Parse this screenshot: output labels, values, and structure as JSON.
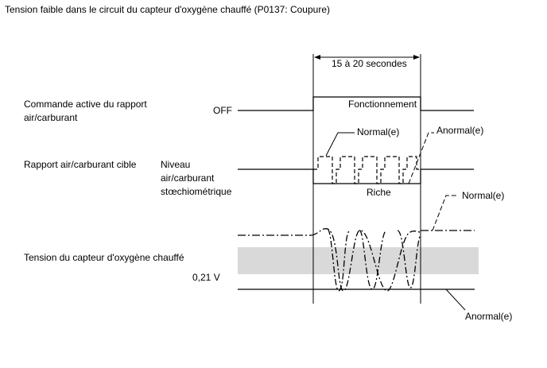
{
  "title": "Tension faible dans le circuit du capteur d'oxygène chauffé (P0137: Coupure)",
  "timing": {
    "duration_label": "15 à 20 secondes"
  },
  "rows": {
    "command": {
      "label_line1": "Commande active du rapport",
      "label_line2": "air/carburant",
      "off_label": "OFF",
      "on_label": "Fonctionnement"
    },
    "target_ratio": {
      "label": "Rapport air/carburant cible",
      "level_line1": "Niveau",
      "level_line2": "air/carburant",
      "level_line3": "stœchiométrique",
      "normal_label": "Normal(e)",
      "abnormal_label": "Anormal(e)",
      "rich_label": "Riche"
    },
    "sensor_voltage": {
      "label": "Tension du capteur d'oxygène chauffé",
      "voltage_label": "0,21 V",
      "normal_label": "Normal(e)",
      "abnormal_label": "Anormal(e)"
    }
  },
  "colors": {
    "line": "#000000",
    "band": "#d9d9d9"
  }
}
